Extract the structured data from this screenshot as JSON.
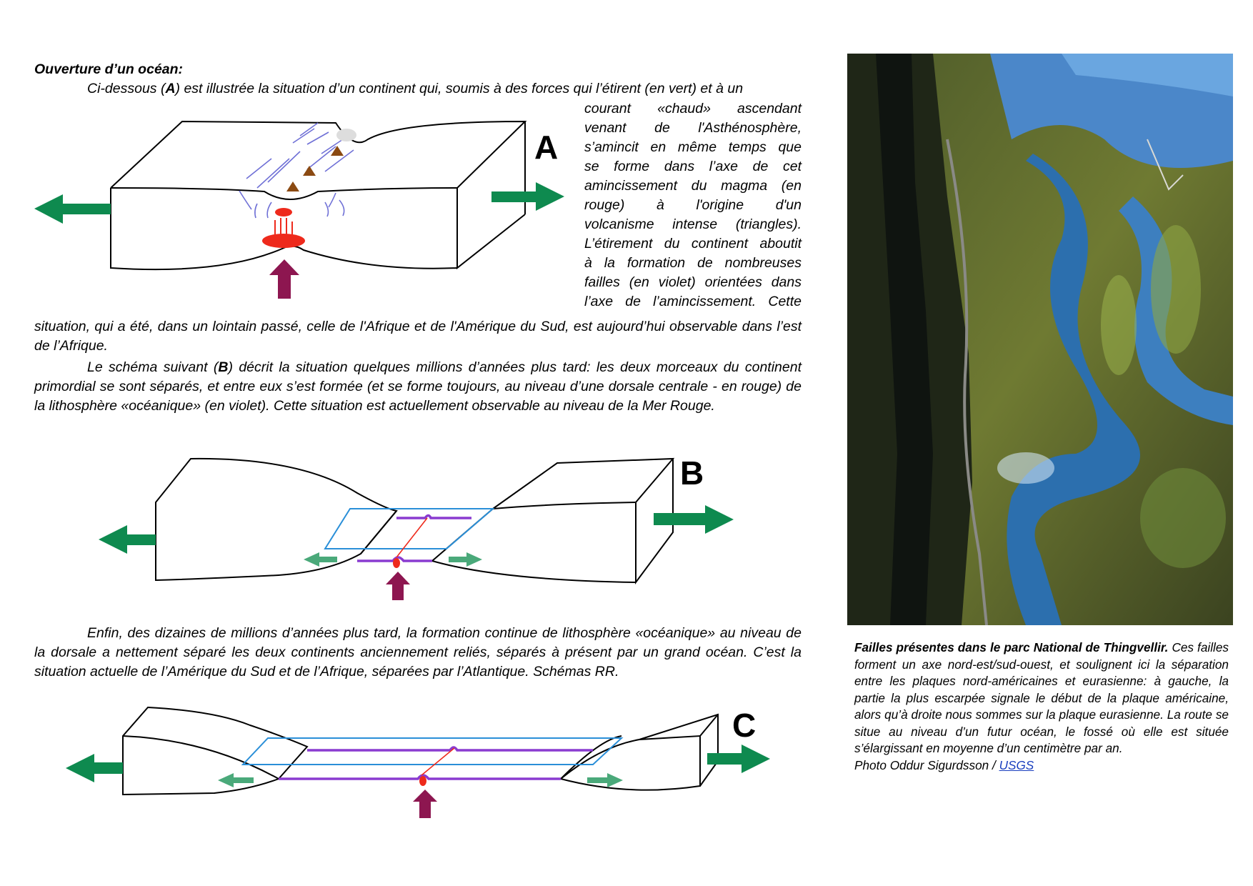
{
  "heading": "Ouverture d’un océan:",
  "p1": {
    "intro": "Ci-dessous (",
    "bold_a": "A",
    "intro_rest": ") est illustrée la situation d’un continent qui, soumis à des forces qui l’étirent (en vert) et à un",
    "side_lines": [
      "courant «chaud» ascendant",
      "venant de l'Asthénosphère,",
      "s’amincit en même temps que",
      "se forme dans l’axe de cet",
      "amincissement du magma (en",
      "rouge) à l'origine d'un",
      "volcanisme intense (triangles).",
      "L’étirement du continent aboutit",
      "à la formation de nombreuses",
      "failles (en violet) orientées dans",
      "l’axe de l’amincissement. Cette"
    ],
    "tail": "situation, qui a été, dans un lointain passé, celle de l'Afrique et de l'Amérique du Sud, est aujourd’hui observable dans l’est de l’Afrique."
  },
  "p2": {
    "intro": "Le schéma suivant (",
    "bold_b": "B",
    "rest": ") décrit la situation quelques millions d’années plus tard: les deux morceaux du continent primordial se sont séparés, et entre eux s’est formée (et se forme toujours, au niveau d’une dorsale centrale - en rouge) de la lithosphère «océanique» (en violet). Cette situation est actuellement observable au niveau de la Mer Rouge."
  },
  "p3": "Enfin, des dizaines de millions d’années plus tard, la formation continue de lithosphère «océanique» au niveau de la dorsale a nettement séparé les deux continents anciennement reliés, séparés à présent par un grand océan. C’est la situation actuelle de l’Amérique du Sud et de l’Afrique, séparées par l’Atlantique. Schémas RR.",
  "diagram_labels": {
    "a": "A",
    "b": "B",
    "c": "C"
  },
  "caption": {
    "bold": "Failles présentes dans le parc National de Thingvellir.",
    "text": " Ces failles forment un axe nord-est/sud-ouest, et soulignent ici la séparation entre les plaques nord-américaines et eurasienne: à gauche, la partie la plus escarpée signale le début de la plaque américaine, alors qu’à droite nous sommes sur la plaque eurasienne. La route se situe au niveau d’un futur océan, le fossé où elle est située s’élargissant en moyenne d’un centimètre par an.",
    "credit": "Photo Oddur Sigurdsson / ",
    "link": "USGS"
  },
  "colors": {
    "green_arrow": "#0e8a4f",
    "light_green_arrow": "#4aa97a",
    "magma_red": "#ee2a1c",
    "fault_violet": "#6f70d6",
    "oceanic_violet": "#8a3bd0",
    "ocean_blue": "#2a8fd8",
    "upwelling_purple": "#8d1650",
    "volcano_brown": "#8b4a12"
  }
}
